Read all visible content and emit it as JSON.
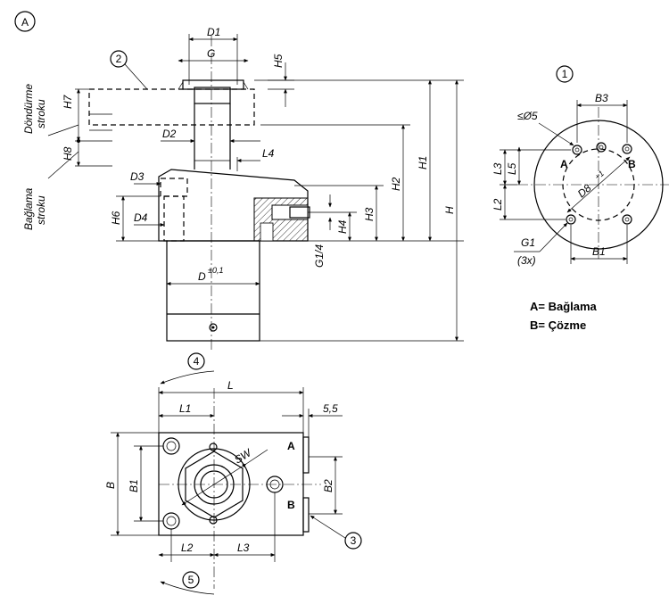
{
  "callouts": {
    "view": "A",
    "c1": "1",
    "c2": "2",
    "c3": "3",
    "c4": "4",
    "c5": "5"
  },
  "dims": {
    "D1": "D1",
    "G": "G",
    "H5": "H5",
    "H7": "H7",
    "H8": "H8",
    "D2": "D2",
    "L4": "L4",
    "D3": "D3",
    "D4": "D4",
    "H6": "H6",
    "H4": "H4",
    "H3": "H3",
    "H2": "H2",
    "H1": "H1",
    "H": "H",
    "G14": "G1/4",
    "D": "D",
    "D_tol": "±0,1",
    "B3": "B3",
    "phi5": "≤Ø5",
    "L3": "L3",
    "L5": "L5",
    "L2": "L2",
    "D8": "D8",
    "D8_tol": "+1",
    "G1": "G1",
    "G1_count": "(3x)",
    "B1": "B1",
    "L": "L",
    "L1": "L1",
    "s55": "5,5",
    "B": "B",
    "SW": "SW",
    "B2": "B2"
  },
  "side_labels": {
    "turn_1": "Döndürme",
    "turn_2": "stroku",
    "clamp_1": "Bağlama",
    "clamp_2": "stroku"
  },
  "ports": {
    "A": "A",
    "B": "B"
  },
  "legend": {
    "a": "A= Bağlama",
    "b": "B= Çözme"
  }
}
